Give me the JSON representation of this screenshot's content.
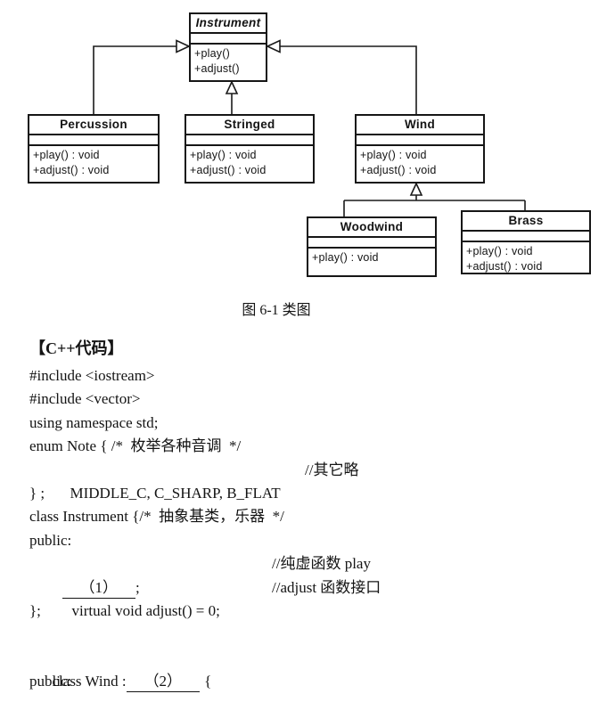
{
  "diagram": {
    "caption": "图 6-1  类图",
    "classes": {
      "instrument": {
        "name": "Instrument",
        "abstract": true,
        "methods": [
          "+play()",
          "+adjust()"
        ]
      },
      "percussion": {
        "name": "Percussion",
        "abstract": false,
        "methods": [
          "+play() : void",
          "+adjust() : void"
        ]
      },
      "stringed": {
        "name": "Stringed",
        "abstract": false,
        "methods": [
          "+play() : void",
          "+adjust() : void"
        ]
      },
      "wind": {
        "name": "Wind",
        "abstract": false,
        "methods": [
          "+play() : void",
          "+adjust() : void"
        ]
      },
      "woodwind": {
        "name": "Woodwind",
        "abstract": false,
        "methods": [
          "+play() : void"
        ]
      },
      "brass": {
        "name": "Brass",
        "abstract": false,
        "methods": [
          "+play() : void",
          "+adjust() : void"
        ]
      }
    },
    "relations": [
      {
        "from": "Percussion",
        "to": "Instrument",
        "type": "generalization"
      },
      {
        "from": "Stringed",
        "to": "Instrument",
        "type": "generalization"
      },
      {
        "from": "Wind",
        "to": "Instrument",
        "type": "generalization"
      },
      {
        "from": "Woodwind",
        "to": "Wind",
        "type": "generalization"
      },
      {
        "from": "Brass",
        "to": "Wind",
        "type": "generalization"
      }
    ]
  },
  "code": {
    "heading": "【C++代码】",
    "lines": {
      "l01": "#include <iostream>",
      "l02": "#include <vector>",
      "l03": "using namespace std;",
      "l04": "enum Note { /*  枚举各种音调  */",
      "l05_code": "MIDDLE_C, C_SHARP, B_FLAT",
      "l05_comment": "//其它略",
      "l06": "} ;",
      "l07": "class Instrument {/*  抽象基类，乐器  */",
      "l08": "public:",
      "l09_blank": "（1）",
      "l09_after": ";",
      "l09_comment": "//纯虚函数 play",
      "l10_code": "virtual void adjust() = 0;",
      "l10_comment": "//adjust 函数接口",
      "l11": "};",
      "l12_pre": "class Wind :",
      "l12_blank": "（2）",
      "l12_after": "{",
      "l13": "public:"
    }
  }
}
